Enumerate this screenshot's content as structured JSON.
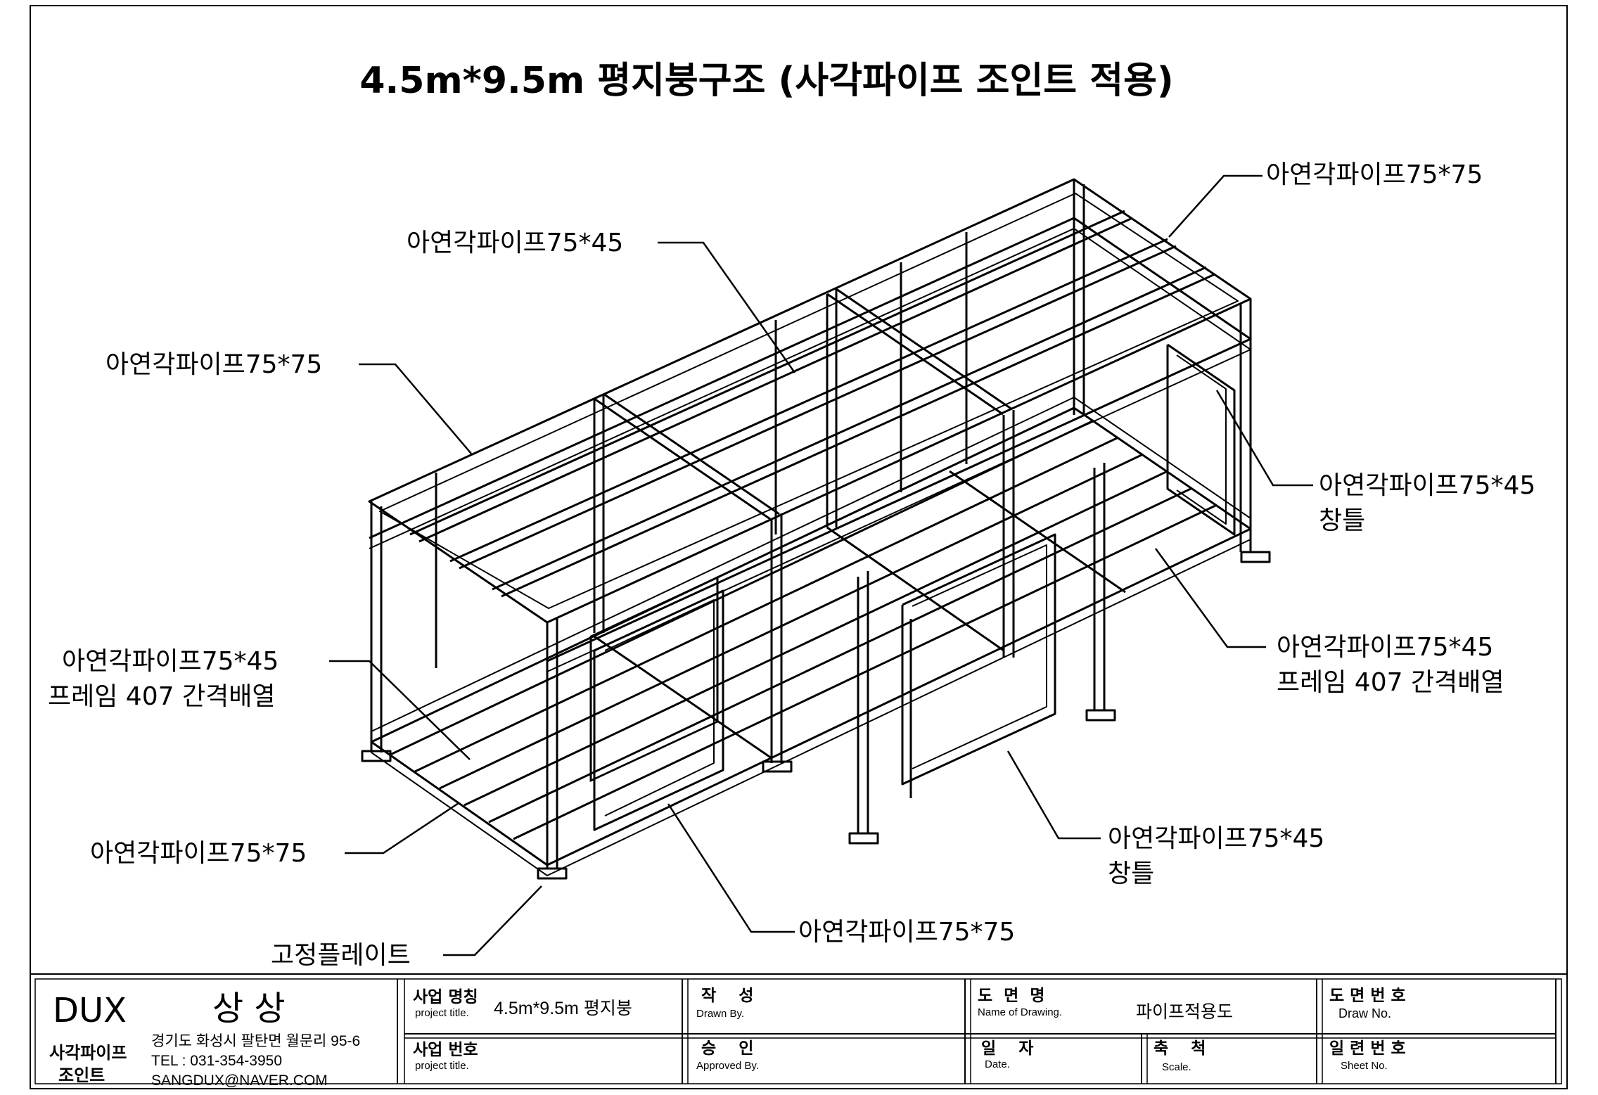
{
  "drawing": {
    "title": "4.5m*9.5m  평지붕구조  (사각파이프 조인트 적용)",
    "callouts": [
      {
        "id": "top-right-75x75",
        "lines": [
          "아연각파이프75*75"
        ]
      },
      {
        "id": "top-center-75x45",
        "lines": [
          "아연각파이프75*45"
        ]
      },
      {
        "id": "top-left-75x75",
        "lines": [
          "아연각파이프75*75"
        ]
      },
      {
        "id": "right-window",
        "lines": [
          "아연각파이프75*45",
          "창틀"
        ]
      },
      {
        "id": "right-frame",
        "lines": [
          "아연각파이프75*45",
          "프레임 407 간격배열"
        ]
      },
      {
        "id": "left-frame",
        "lines": [
          "아연각파이프75*45",
          "프레임 407 간격배열"
        ]
      },
      {
        "id": "bottom-window",
        "lines": [
          "아연각파이프75*45",
          "창틀"
        ]
      },
      {
        "id": "left-bottom-75x75",
        "lines": [
          "아연각파이프75*75"
        ]
      },
      {
        "id": "bottom-75x75",
        "lines": [
          "아연각파이프75*75"
        ]
      },
      {
        "id": "fixing-plate",
        "lines": [
          "고정플레이트"
        ]
      }
    ]
  },
  "titleblock": {
    "brand": "DUX",
    "company": "상 상",
    "product_line1": "사각파이프",
    "product_line2": "조인트",
    "address": "경기도 화성시 팔탄면 월문리 95-6",
    "tel": "TEL : 031-354-3950",
    "email": "SANGDUX@NAVER.COM",
    "project_name_label": "사업 명칭",
    "project_name_sub": "project title.",
    "project_name_value": "4.5m*9.5m 평지붕",
    "project_no_label": "사업 번호",
    "project_no_sub": "project title.",
    "drawn_label": "작    성",
    "drawn_sub": "Drawn By.",
    "approved_label": "승    인",
    "approved_sub": "Approved By.",
    "drawing_name_label": "도  면  명",
    "drawing_name_sub": "Name of Drawing.",
    "drawing_name_value": "파이프적용도",
    "date_label": "일    자",
    "date_sub": "Date.",
    "scale_label": "축    척",
    "scale_sub": "Scale.",
    "drawing_no_label": "도 면 번 호",
    "drawing_no_sub": "Draw No.",
    "sheet_no_label": "일 련 번 호",
    "sheet_no_sub": "Sheet No."
  }
}
